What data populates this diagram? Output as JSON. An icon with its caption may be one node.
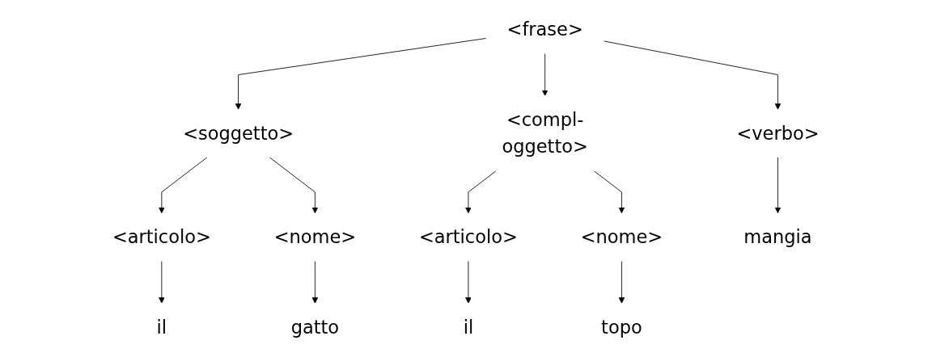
{
  "diagram": {
    "nodes": [
      {
        "text": [
          "<frase>"
        ]
      },
      {
        "text": [
          "<soggetto>"
        ]
      },
      {
        "text": [
          "<verbo>"
        ]
      },
      {
        "text": [
          "<compl-oggetto>"
        ]
      },
      {
        "text": [
          "<articolo>"
        ]
      },
      {
        "text": [
          "<nome>"
        ]
      },
      {
        "text": [
          "<articolo>"
        ]
      },
      {
        "text": [
          "<nome>"
        ]
      },
      {
        "text": [
          "il"
        ]
      },
      {
        "text": [
          "gatto"
        ]
      },
      {
        "text": [
          "mangia"
        ]
      },
      {
        "text": [
          "il"
        ]
      },
      {
        "text": [
          "topo"
        ]
      }
    ],
    "edges": [
      {
        "from": 0,
        "to": 1,
        "arrow": "to"
      },
      {
        "from": 0,
        "to": 2,
        "arrow": "to"
      },
      {
        "from": 0,
        "to": 3,
        "arrow": "to"
      },
      {
        "from": 1,
        "to": 4,
        "arrow": "to"
      },
      {
        "from": 1,
        "to": 5,
        "arrow": "to"
      },
      {
        "from": 3,
        "to": 6,
        "arrow": "to"
      },
      {
        "from": 3,
        "to": 7,
        "arrow": "to"
      },
      {
        "from": 4,
        "to": 8,
        "arrow": "to"
      },
      {
        "from": 5,
        "to": 9,
        "arrow": "to"
      },
      {
        "from": 2,
        "to": 10,
        "arrow": "to"
      },
      {
        "from": 6,
        "to": 11,
        "arrow": "to"
      },
      {
        "from": 7,
        "to": 12,
        "arrow": "to"
      }
    ]
  }
}
